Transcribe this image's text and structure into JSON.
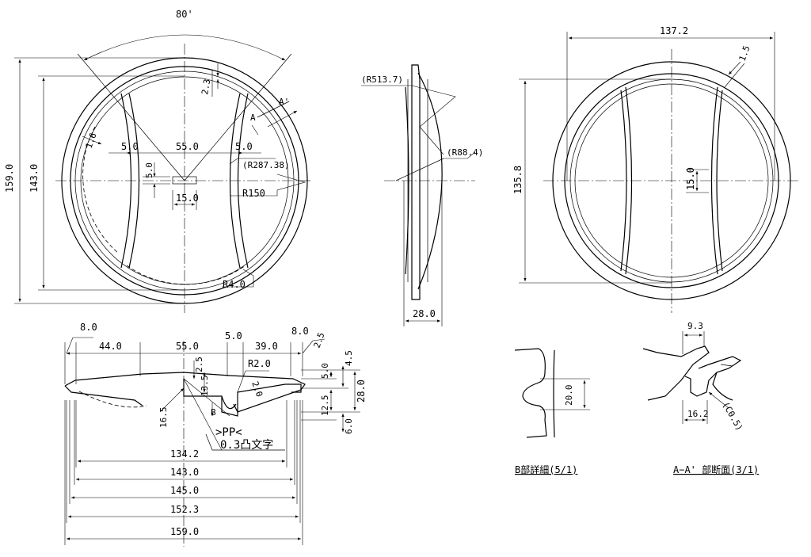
{
  "front_view": {
    "angle": "80'",
    "dia_outer_v": "159.0",
    "dia_inner_v": "143.0",
    "gap_top": "2.3",
    "edge_16": "1.6",
    "rib_left": "5.0",
    "span_55": "55.0",
    "rib_right": "5.0",
    "r_287": "(R287.38)",
    "r_150": "R150",
    "hole_v": "5.0",
    "hole_h": "15.0",
    "r_4": "R4.0",
    "mark_a": "A",
    "mark_a2": "A'"
  },
  "side_view": {
    "r_513": "(R513.7)",
    "r_88": "(R88.4)",
    "depth": "28.0"
  },
  "right_view": {
    "dia_h": "137.2",
    "wall": "1.5",
    "dia_v": "135.8",
    "slot": "15.0"
  },
  "section_view": {
    "d_8a": "8.0",
    "d_44": "44.0",
    "d_55": "55.0",
    "d_5": "5.0",
    "d_39": "39.0",
    "d_8b": "8.0",
    "d_25a": "2.5",
    "d_25b": "2.5",
    "d_r2": "R2.0",
    "d_135": "13.5",
    "d_20": "2.0",
    "d_5v": "5.0",
    "d_45": "4.5",
    "d_28": "28.0",
    "d_125": "12.5",
    "d_165": "16.5",
    "d_6": "6.0",
    "mark_b": "B",
    "mat_1": ">PP<",
    "mat_2": "0.3凸文字",
    "w_1342": "134.2",
    "w_143": "143.0",
    "w_145": "145.0",
    "w_1523": "152.3",
    "w_159": "159.0"
  },
  "detail_b": {
    "dim": "20.0",
    "caption": "B部詳細(5/1)"
  },
  "detail_aa": {
    "top": "9.3",
    "bottom": "16.2",
    "chamfer": "(C0.5)",
    "caption": "A−A' 部断面(3/1)"
  }
}
